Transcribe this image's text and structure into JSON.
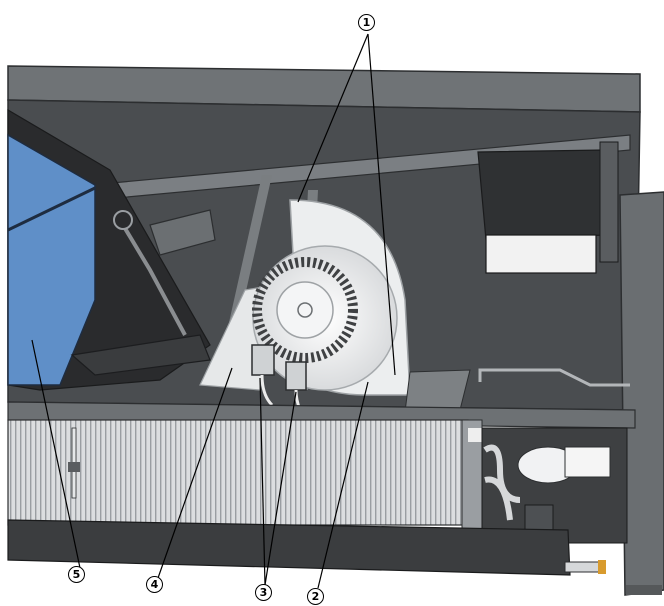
{
  "callouts": {
    "c1": "1",
    "c2": "2",
    "c3": "3",
    "c4": "4",
    "c5": "5"
  },
  "colors": {
    "panel_dark": "#3f4143",
    "panel_mid": "#55585a",
    "frame_light": "#8c9094",
    "fan_white": "#eceeef",
    "filter_blue": "#5f8fc8",
    "coil_fins": "#d4d6d8",
    "leader": "#000000"
  }
}
